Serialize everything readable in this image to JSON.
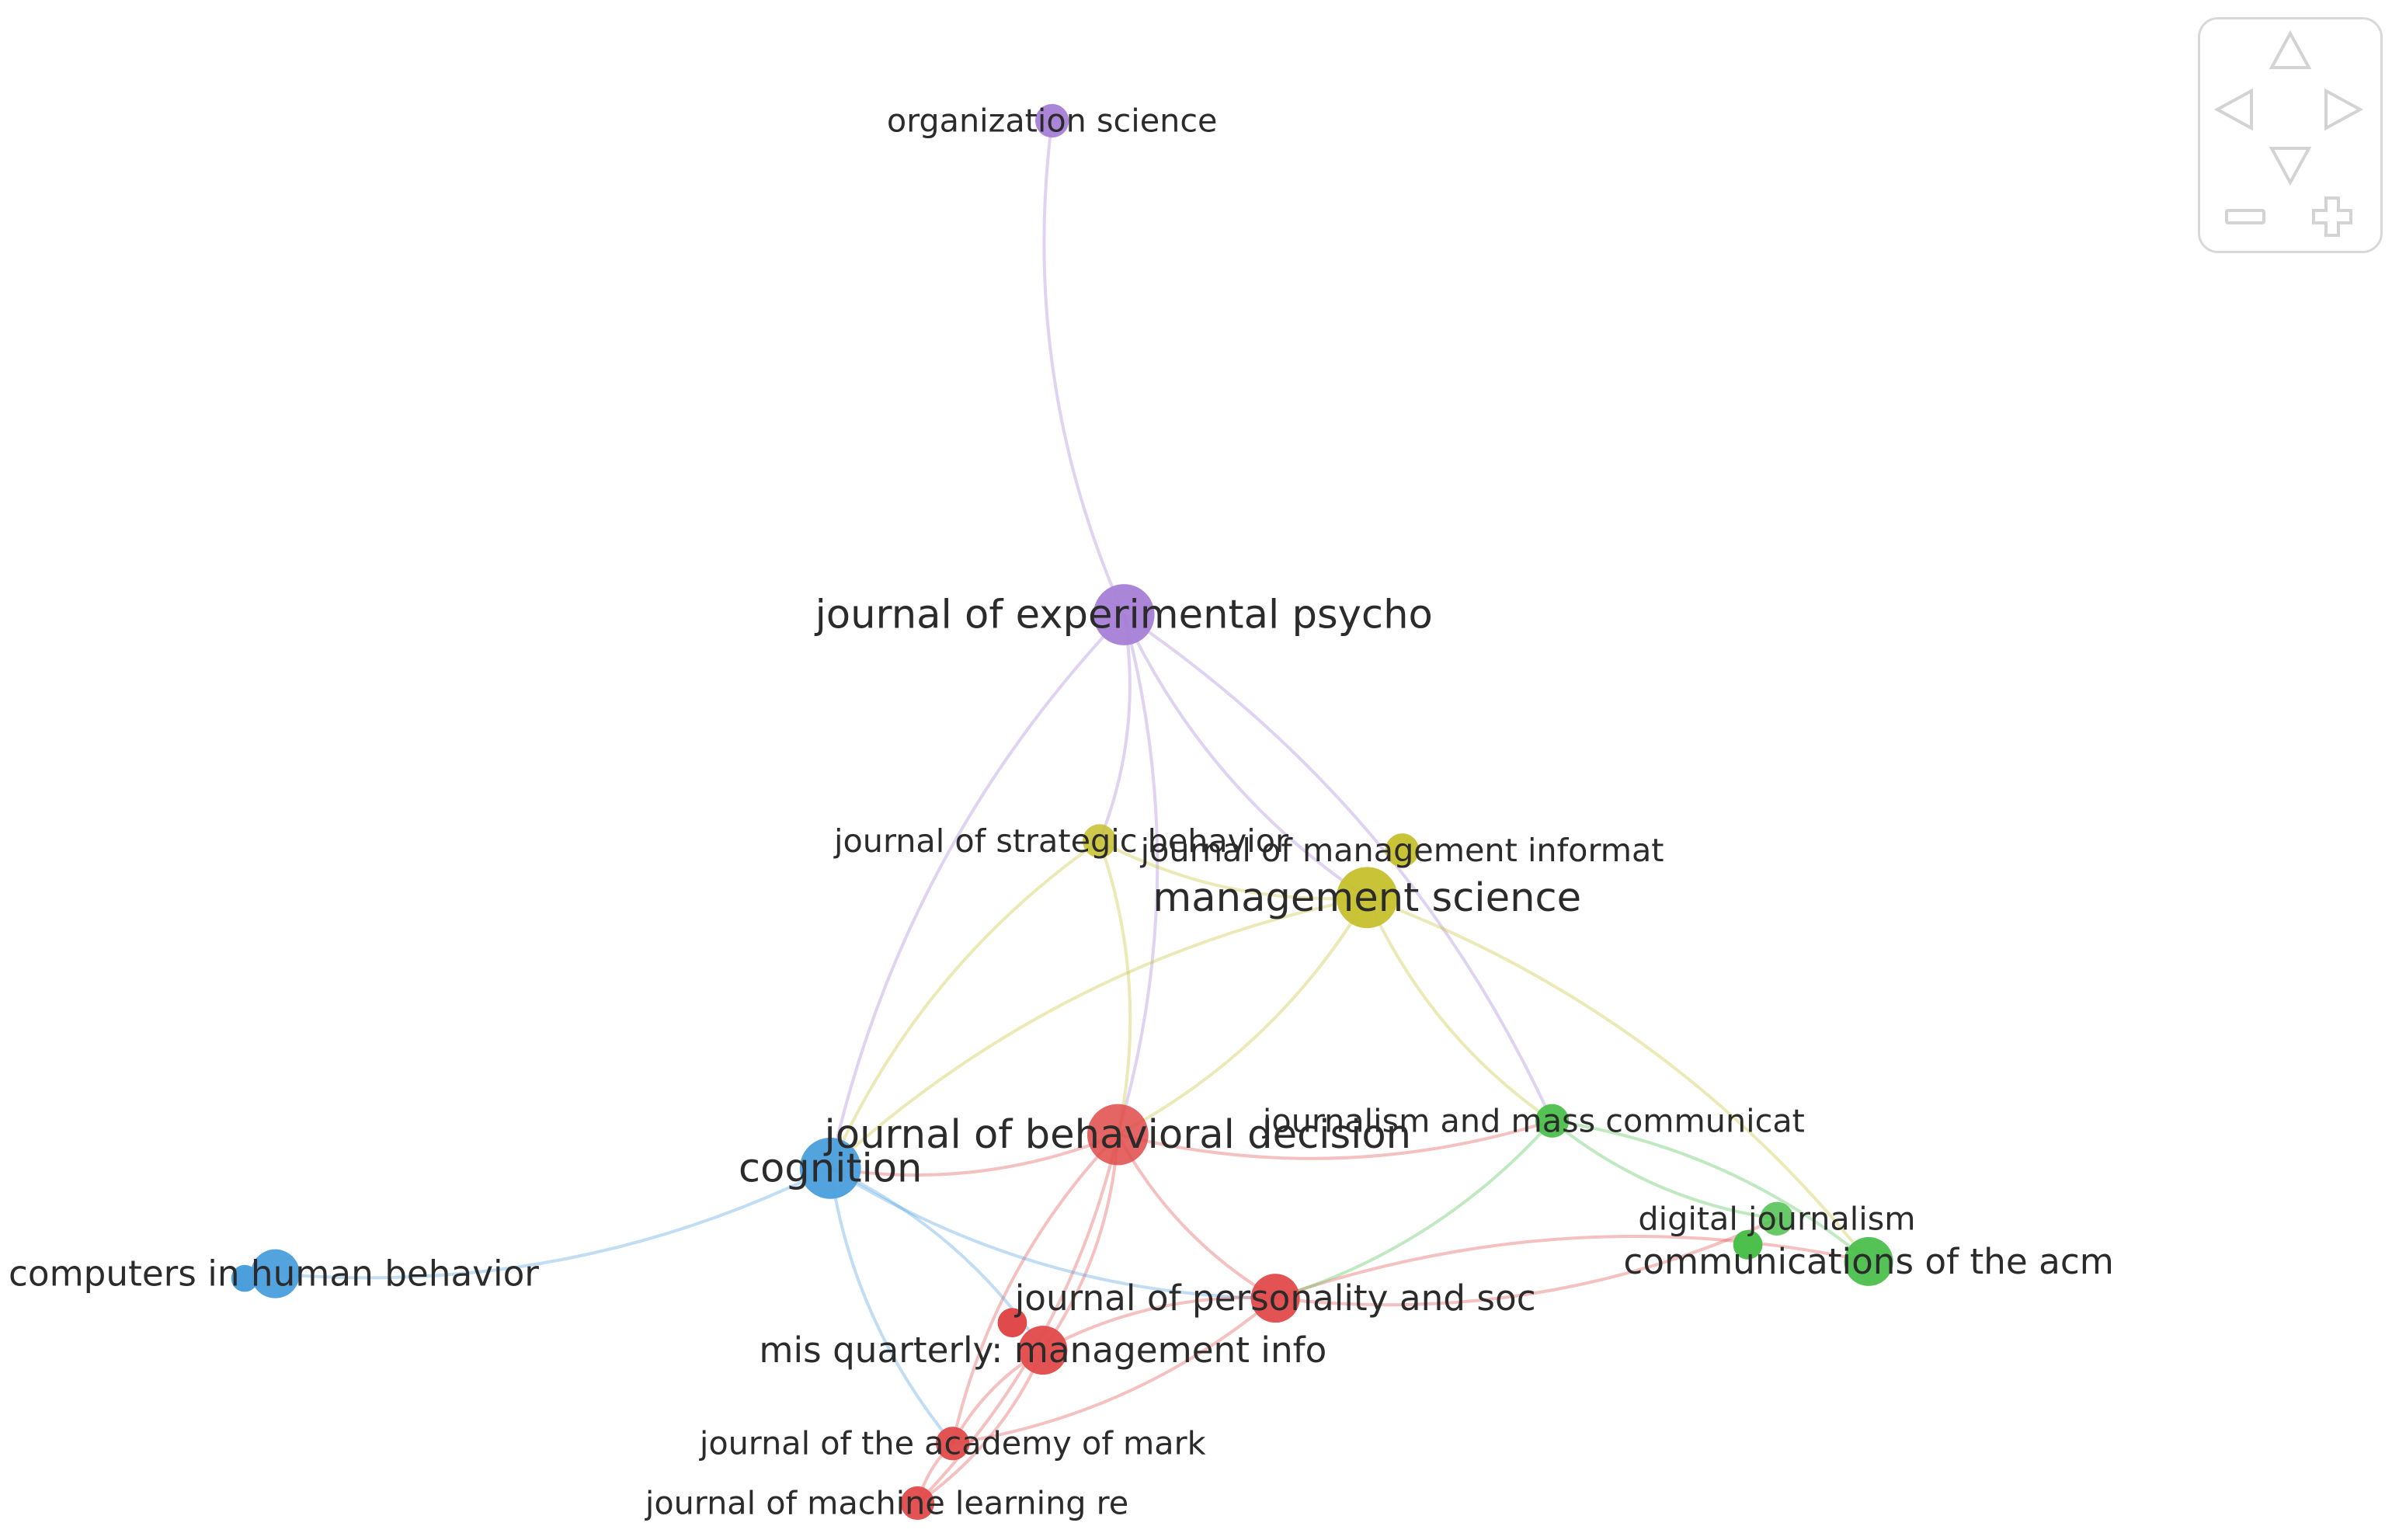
{
  "graph": {
    "nodes": [
      {
        "id": "org_sci",
        "label": "organization science",
        "cluster": "purple",
        "size": "small",
        "label_size": "small"
      },
      {
        "id": "jep",
        "label": "journal of experimental psycho",
        "cluster": "purple",
        "size": "large",
        "label_size": "large"
      },
      {
        "id": "jsb",
        "label": "journal of strategic behavior",
        "cluster": "yellow",
        "size": "small",
        "label_size": "small",
        "faded": true
      },
      {
        "id": "jmis",
        "label": "journal of management informat",
        "cluster": "yellow",
        "size": "small",
        "label_size": "small",
        "dim": true
      },
      {
        "id": "mgmt_sci",
        "label": "management science",
        "cluster": "yellow",
        "size": "large",
        "label_size": "large"
      },
      {
        "id": "jbdm",
        "label": "journal of behavioral decision",
        "cluster": "red",
        "size": "large",
        "label_size": "large",
        "faded": true
      },
      {
        "id": "cognition",
        "label": "cognition",
        "cluster": "blue",
        "size": "large",
        "label_size": "large"
      },
      {
        "id": "chb",
        "label": "computers in human behavior",
        "cluster": "blue",
        "size": "medium",
        "label_size": "medium"
      },
      {
        "id": "jmc",
        "label": "journalism and mass communicat",
        "cluster": "green",
        "size": "small",
        "label_size": "small"
      },
      {
        "id": "dj",
        "label": "digital journalism",
        "cluster": "green",
        "size": "small",
        "label_size": "small",
        "faded": true
      },
      {
        "id": "cacm",
        "label": "communications of the acm",
        "cluster": "green",
        "size": "medium",
        "label_size": "medium"
      },
      {
        "id": "jps",
        "label": "journal of personality and soc",
        "cluster": "red",
        "size": "medium",
        "label_size": "medium"
      },
      {
        "id": "misq",
        "label": "mis quarterly: management info",
        "cluster": "red",
        "size": "medium",
        "label_size": "medium",
        "dim": true
      },
      {
        "id": "jam",
        "label": "journal of the academy of mark",
        "cluster": "red",
        "size": "small",
        "label_size": "small"
      },
      {
        "id": "jmlr",
        "label": "journal of machine learning re",
        "cluster": "red",
        "size": "small",
        "label_size": "small"
      }
    ],
    "edges": [
      [
        "org_sci",
        "jep"
      ],
      [
        "jep",
        "jsb"
      ],
      [
        "jep",
        "mgmt_sci"
      ],
      [
        "jep",
        "jbdm"
      ],
      [
        "jep",
        "cognition"
      ],
      [
        "jep",
        "jmc"
      ],
      [
        "jsb",
        "mgmt_sci"
      ],
      [
        "jsb",
        "jbdm"
      ],
      [
        "jsb",
        "cognition"
      ],
      [
        "mgmt_sci",
        "jbdm"
      ],
      [
        "mgmt_sci",
        "jmc"
      ],
      [
        "mgmt_sci",
        "cacm"
      ],
      [
        "mgmt_sci",
        "cognition"
      ],
      [
        "jbdm",
        "cognition"
      ],
      [
        "jbdm",
        "jps"
      ],
      [
        "jbdm",
        "misq"
      ],
      [
        "jbdm",
        "jam"
      ],
      [
        "jbdm",
        "jmlr"
      ],
      [
        "jbdm",
        "jmc"
      ],
      [
        "cognition",
        "chb"
      ],
      [
        "cognition",
        "jps"
      ],
      [
        "cognition",
        "misq"
      ],
      [
        "cognition",
        "jam"
      ],
      [
        "jps",
        "cacm"
      ],
      [
        "jps",
        "misq"
      ],
      [
        "jps",
        "jam"
      ],
      [
        "jps",
        "dj"
      ],
      [
        "jmc",
        "cacm"
      ],
      [
        "jmc",
        "dj"
      ],
      [
        "jmc",
        "jps"
      ],
      [
        "misq",
        "jam"
      ],
      [
        "misq",
        "jmlr"
      ],
      [
        "jam",
        "jmlr"
      ]
    ]
  },
  "colors": {
    "purple": "#a77fd6",
    "yellow": "#c6c02d",
    "red": "#e14a4a",
    "blue": "#4a9fdc",
    "green": "#4cbf4c"
  },
  "navigation": {
    "icons": [
      "pan-up-icon",
      "pan-left-icon",
      "pan-right-icon",
      "pan-down-icon",
      "zoom-out-icon",
      "zoom-in-icon"
    ]
  }
}
